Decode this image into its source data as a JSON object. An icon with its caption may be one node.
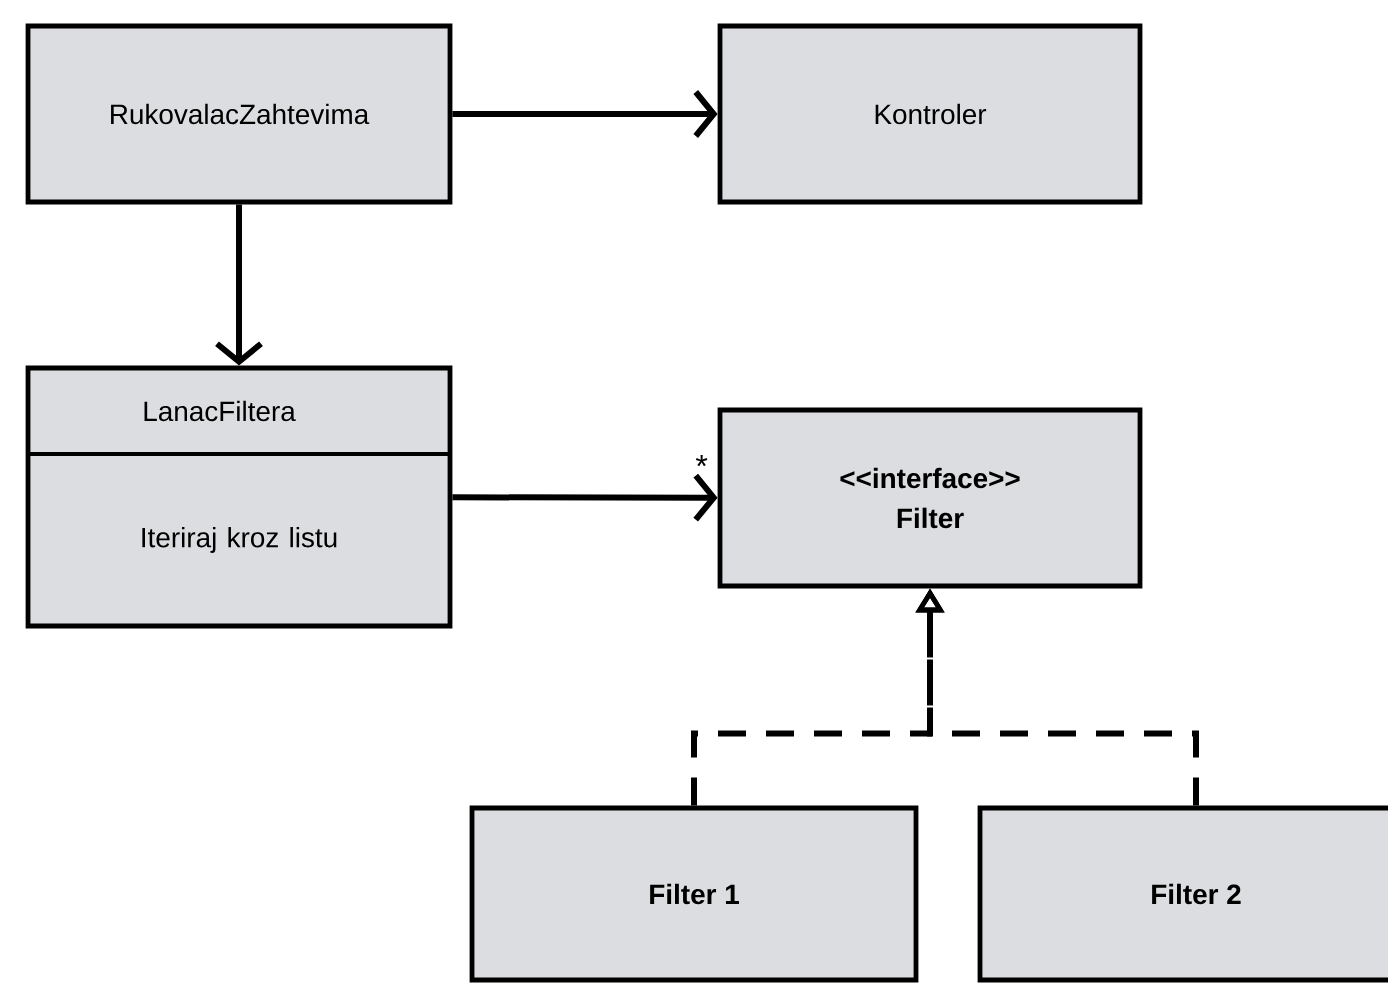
{
  "diagram": {
    "nodes": [
      {
        "text": [
          "RukovalacZahtevima"
        ]
      },
      {
        "text": [
          "Kontroler"
        ]
      },
      {
        "text": [
          "LanacFiltera",
          "Iteriraj kroz listu"
        ]
      },
      {
        "text": [
          "<<interface>>",
          "Filter"
        ]
      },
      {
        "text": [
          "Filter 1"
        ]
      },
      {
        "text": [
          "Filter 2"
        ]
      }
    ],
    "edges": [
      {
        "from": 0,
        "to": 1,
        "arrow": "to"
      },
      {
        "from": 0,
        "to": 2,
        "arrow": "to"
      },
      {
        "from": 2,
        "to": 3,
        "arrow": "to",
        "label": "*"
      },
      {
        "from": 4,
        "to": 3,
        "arrow": "to",
        "style": "dashed"
      },
      {
        "from": 5,
        "to": 3,
        "arrow": "to",
        "style": "dashed"
      }
    ]
  }
}
